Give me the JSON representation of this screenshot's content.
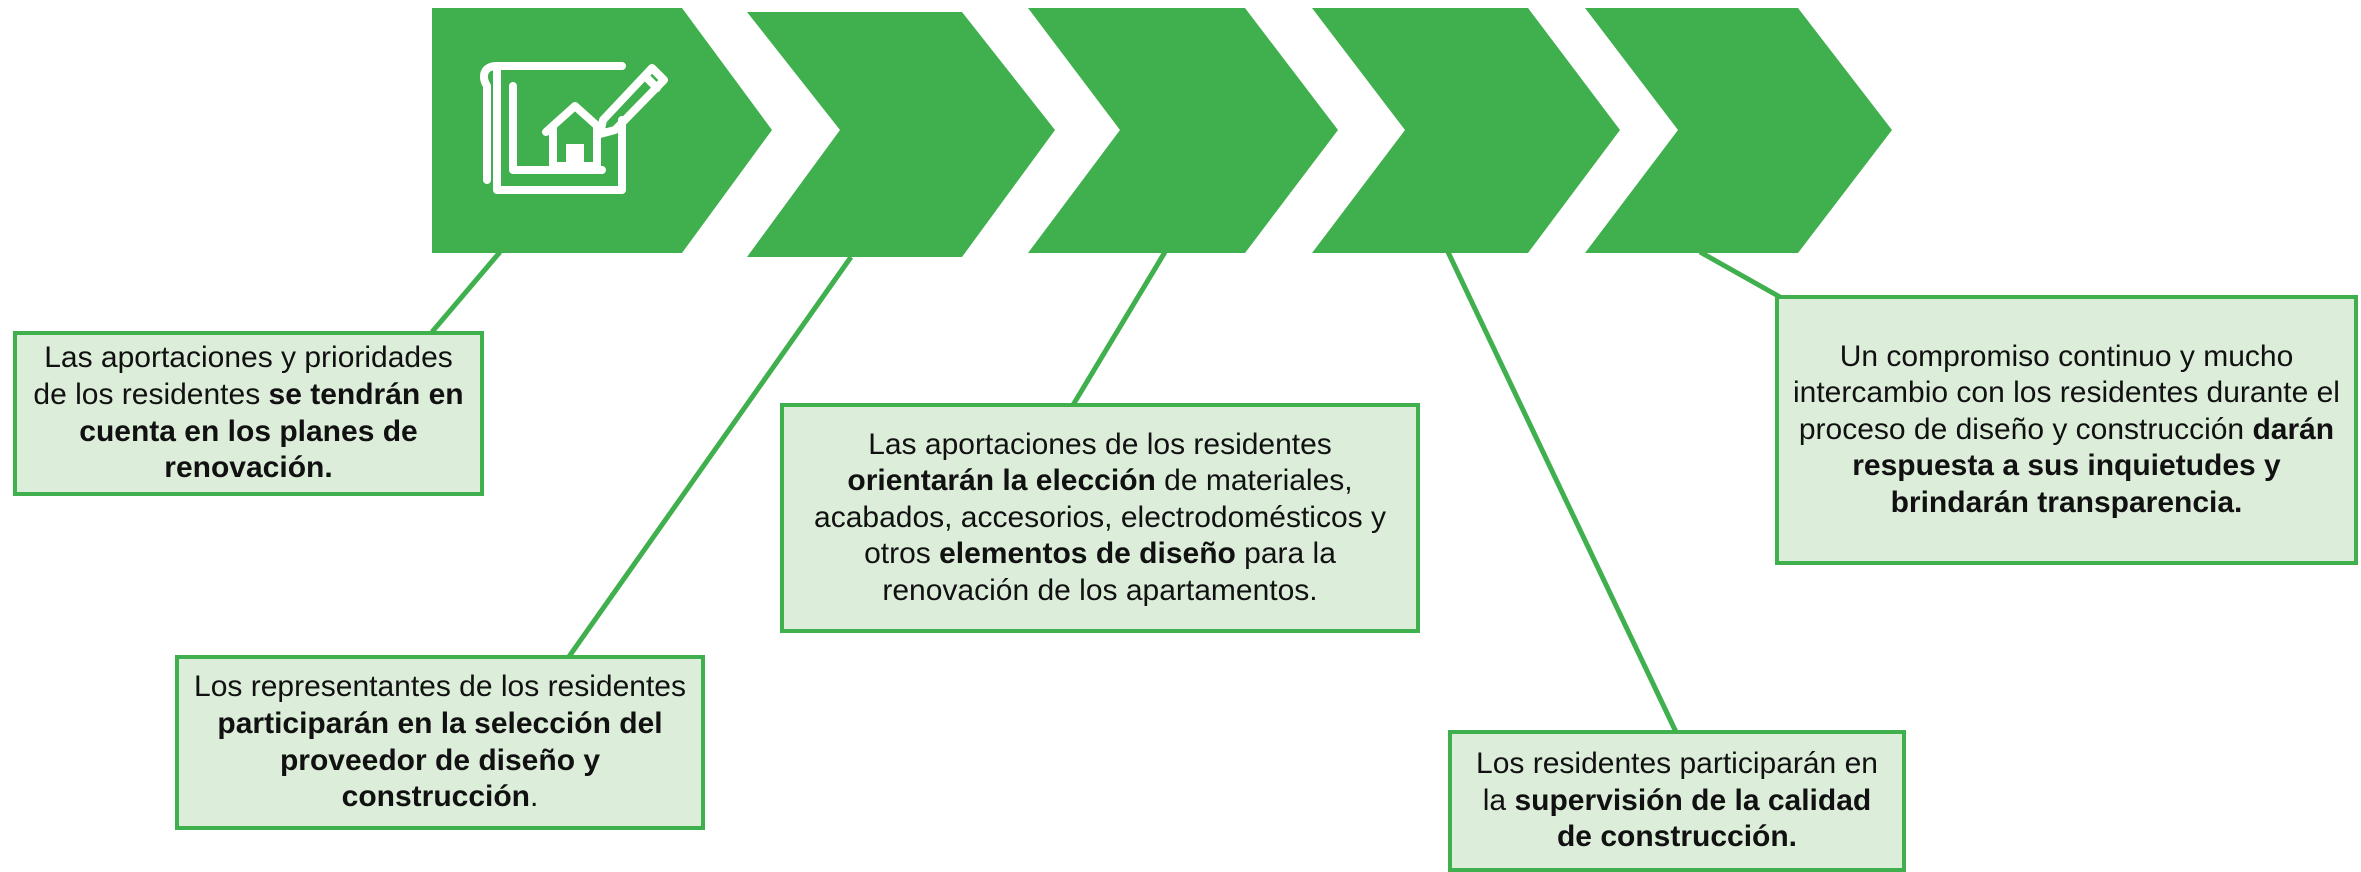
{
  "colors": {
    "chevron": "#3fb04d",
    "box_fill": "#dcedda",
    "box_border": "#3fb04d",
    "text": "#111111"
  },
  "icon": "house-blueprint-pencil-icon",
  "boxes": [
    {
      "parts": [
        {
          "text": "Las aportaciones y prioridades de los residentes ",
          "bold": false
        },
        {
          "text": "se tendrán en cuenta en los planes de renovación.",
          "bold": true
        }
      ]
    },
    {
      "parts": [
        {
          "text": "Los representantes de los residentes ",
          "bold": false
        },
        {
          "text": "participarán en la selección del proveedor de diseño y construcción",
          "bold": true
        },
        {
          "text": ".",
          "bold": false
        }
      ]
    },
    {
      "parts": [
        {
          "text": "Las aportaciones de los residentes ",
          "bold": false
        },
        {
          "text": "orientarán la elección",
          "bold": true
        },
        {
          "text": " de materiales, acabados, accesorios, electrodomésticos y otros ",
          "bold": false
        },
        {
          "text": "elementos de diseño",
          "bold": true
        },
        {
          "text": " para la renovación de los apartamentos.",
          "bold": false
        }
      ]
    },
    {
      "parts": [
        {
          "text": "Los residentes participarán en la ",
          "bold": false
        },
        {
          "text": "supervisión de la calidad de construcción.",
          "bold": true
        }
      ]
    },
    {
      "parts": [
        {
          "text": "Un compromiso continuo y mucho intercambio con los residentes durante el proceso de diseño y construcción ",
          "bold": false
        },
        {
          "text": "darán respuesta a sus inquietudes y brindarán transparencia.",
          "bold": true
        }
      ]
    }
  ]
}
